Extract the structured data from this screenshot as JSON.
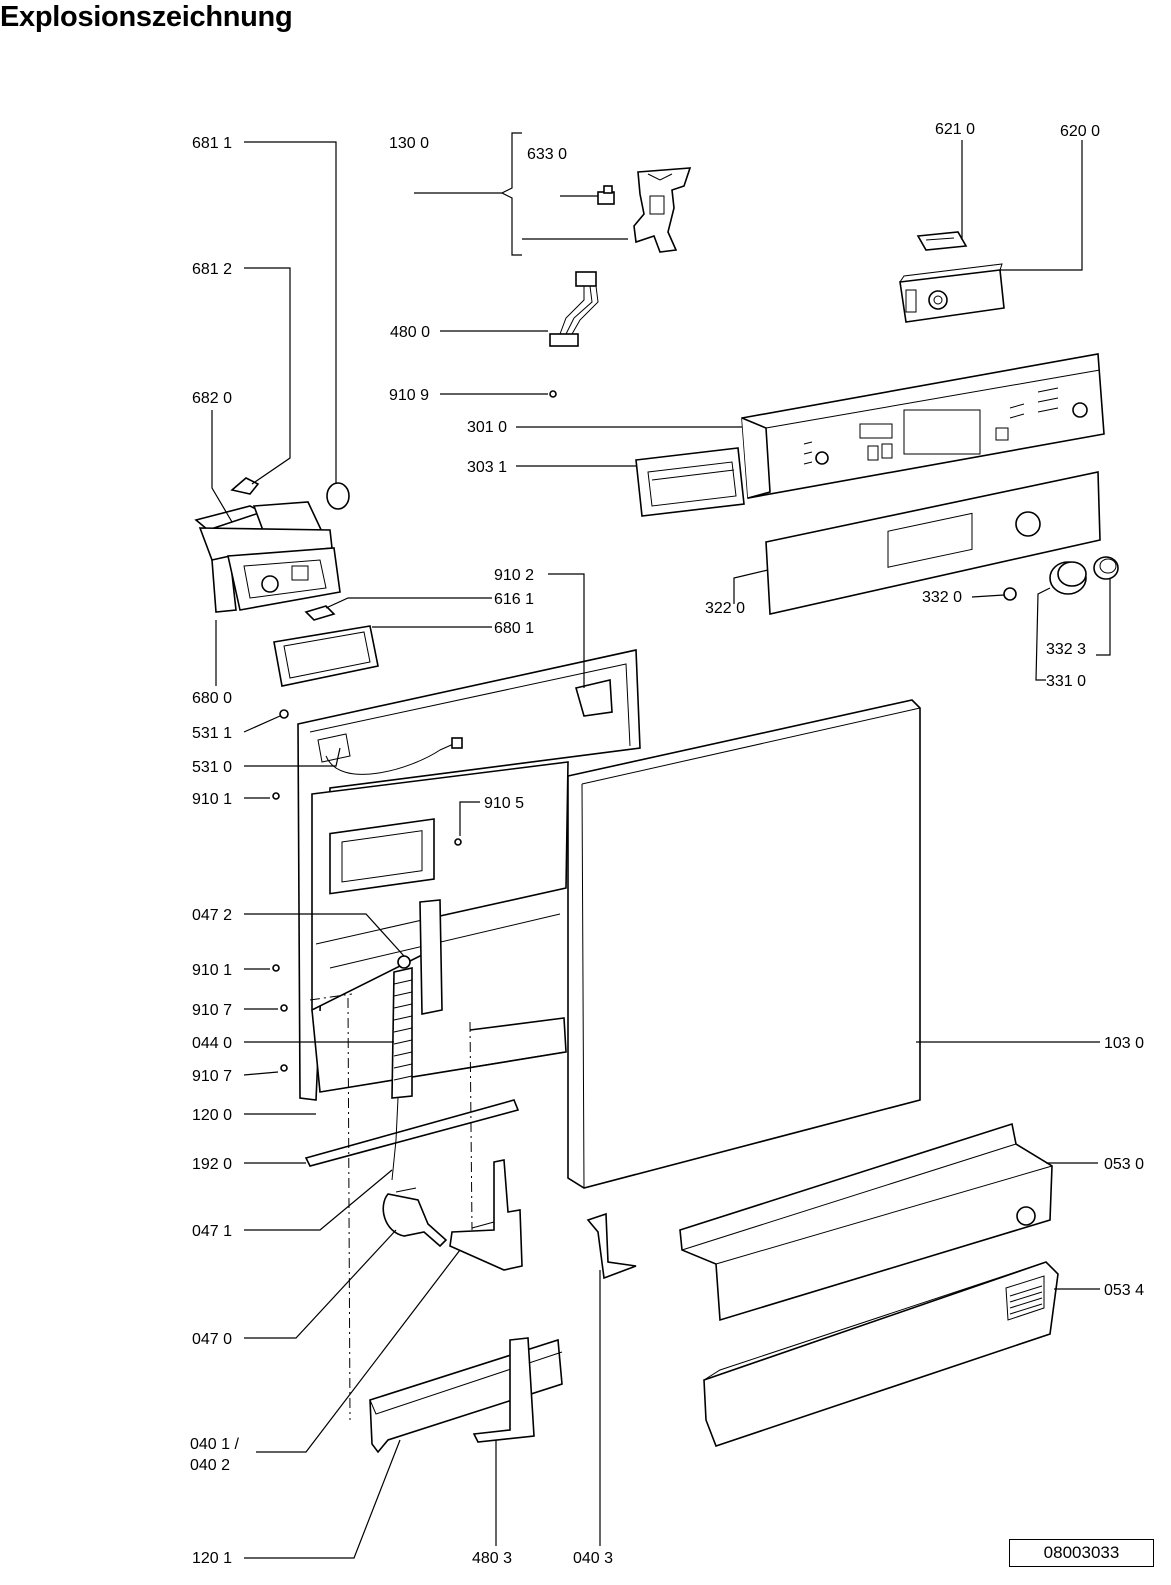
{
  "title": "Explosionszeichnung",
  "drawing_number": "08003033",
  "part_labels": {
    "p6811": "681 1",
    "p1300": "130 0",
    "p6330": "633 0",
    "p6210": "621 0",
    "p6200": "620 0",
    "p6812": "681 2",
    "p4800": "480 0",
    "p9109": "910 9",
    "p6820": "682 0",
    "p3010": "301 0",
    "p3031": "303 1",
    "p3220": "322 0",
    "p3320": "332 0",
    "p3323": "332 3",
    "p3310": "331 0",
    "p9102": "910 2",
    "p6161": "616 1",
    "p6801": "680 1",
    "p6800": "680 0",
    "p5311": "531 1",
    "p5310": "531 0",
    "p9101a": "910 1",
    "p9105": "910 5",
    "p0472": "047 2",
    "p9101b": "910 1",
    "p9107a": "910 7",
    "p0440": "044 0",
    "p9107b": "910 7",
    "p1030": "103 0",
    "p1200": "120 0",
    "p1920": "192 0",
    "p0530": "053 0",
    "p0471": "047 1",
    "p0534": "053 4",
    "p0470": "047 0",
    "p0401": "040 1 /",
    "p0402": "040 2",
    "p1201": "120 1",
    "p4803": "480 3",
    "p0403": "040 3"
  }
}
